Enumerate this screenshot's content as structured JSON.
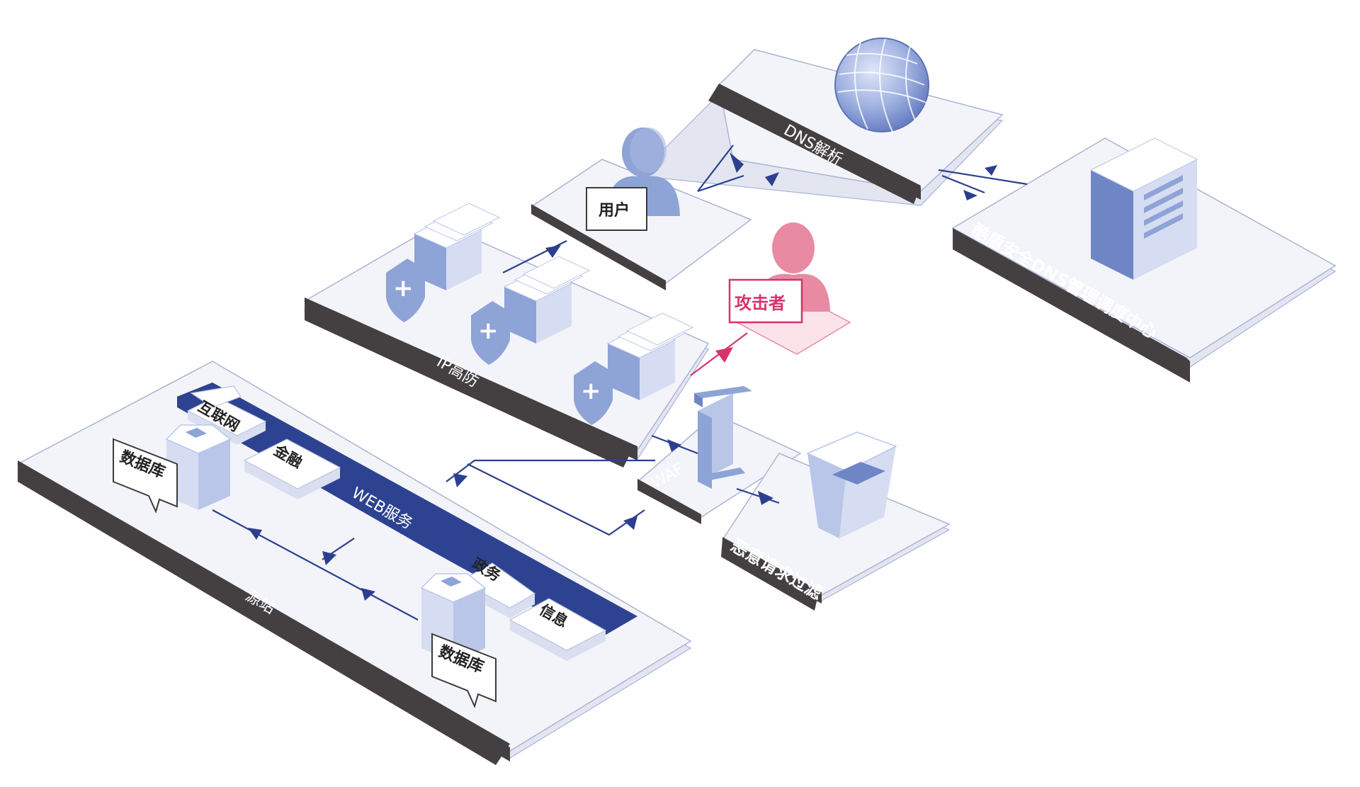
{
  "labels": {
    "dns": "DNS解析",
    "center": "酷盾安全DNS管理调度中心",
    "user": "用户",
    "attacker": "攻击者",
    "ip_defense": "IP高防",
    "waf": "WAF",
    "filter": "恶意请求过滤",
    "source": "源站",
    "web": "WEB服务",
    "db_top": "数据库",
    "db_bottom": "数据库",
    "svc_internet": "互联网",
    "svc_finance": "金融",
    "svc_gov": "政务",
    "svc_info": "信息"
  },
  "colors": {
    "band": "#444042",
    "flow": "#2c3f8f",
    "attack": "#d6336c",
    "web_band": "#2d4391",
    "icon_blue": "#8ea3d6",
    "attacker_pink": "#e98aa3"
  }
}
